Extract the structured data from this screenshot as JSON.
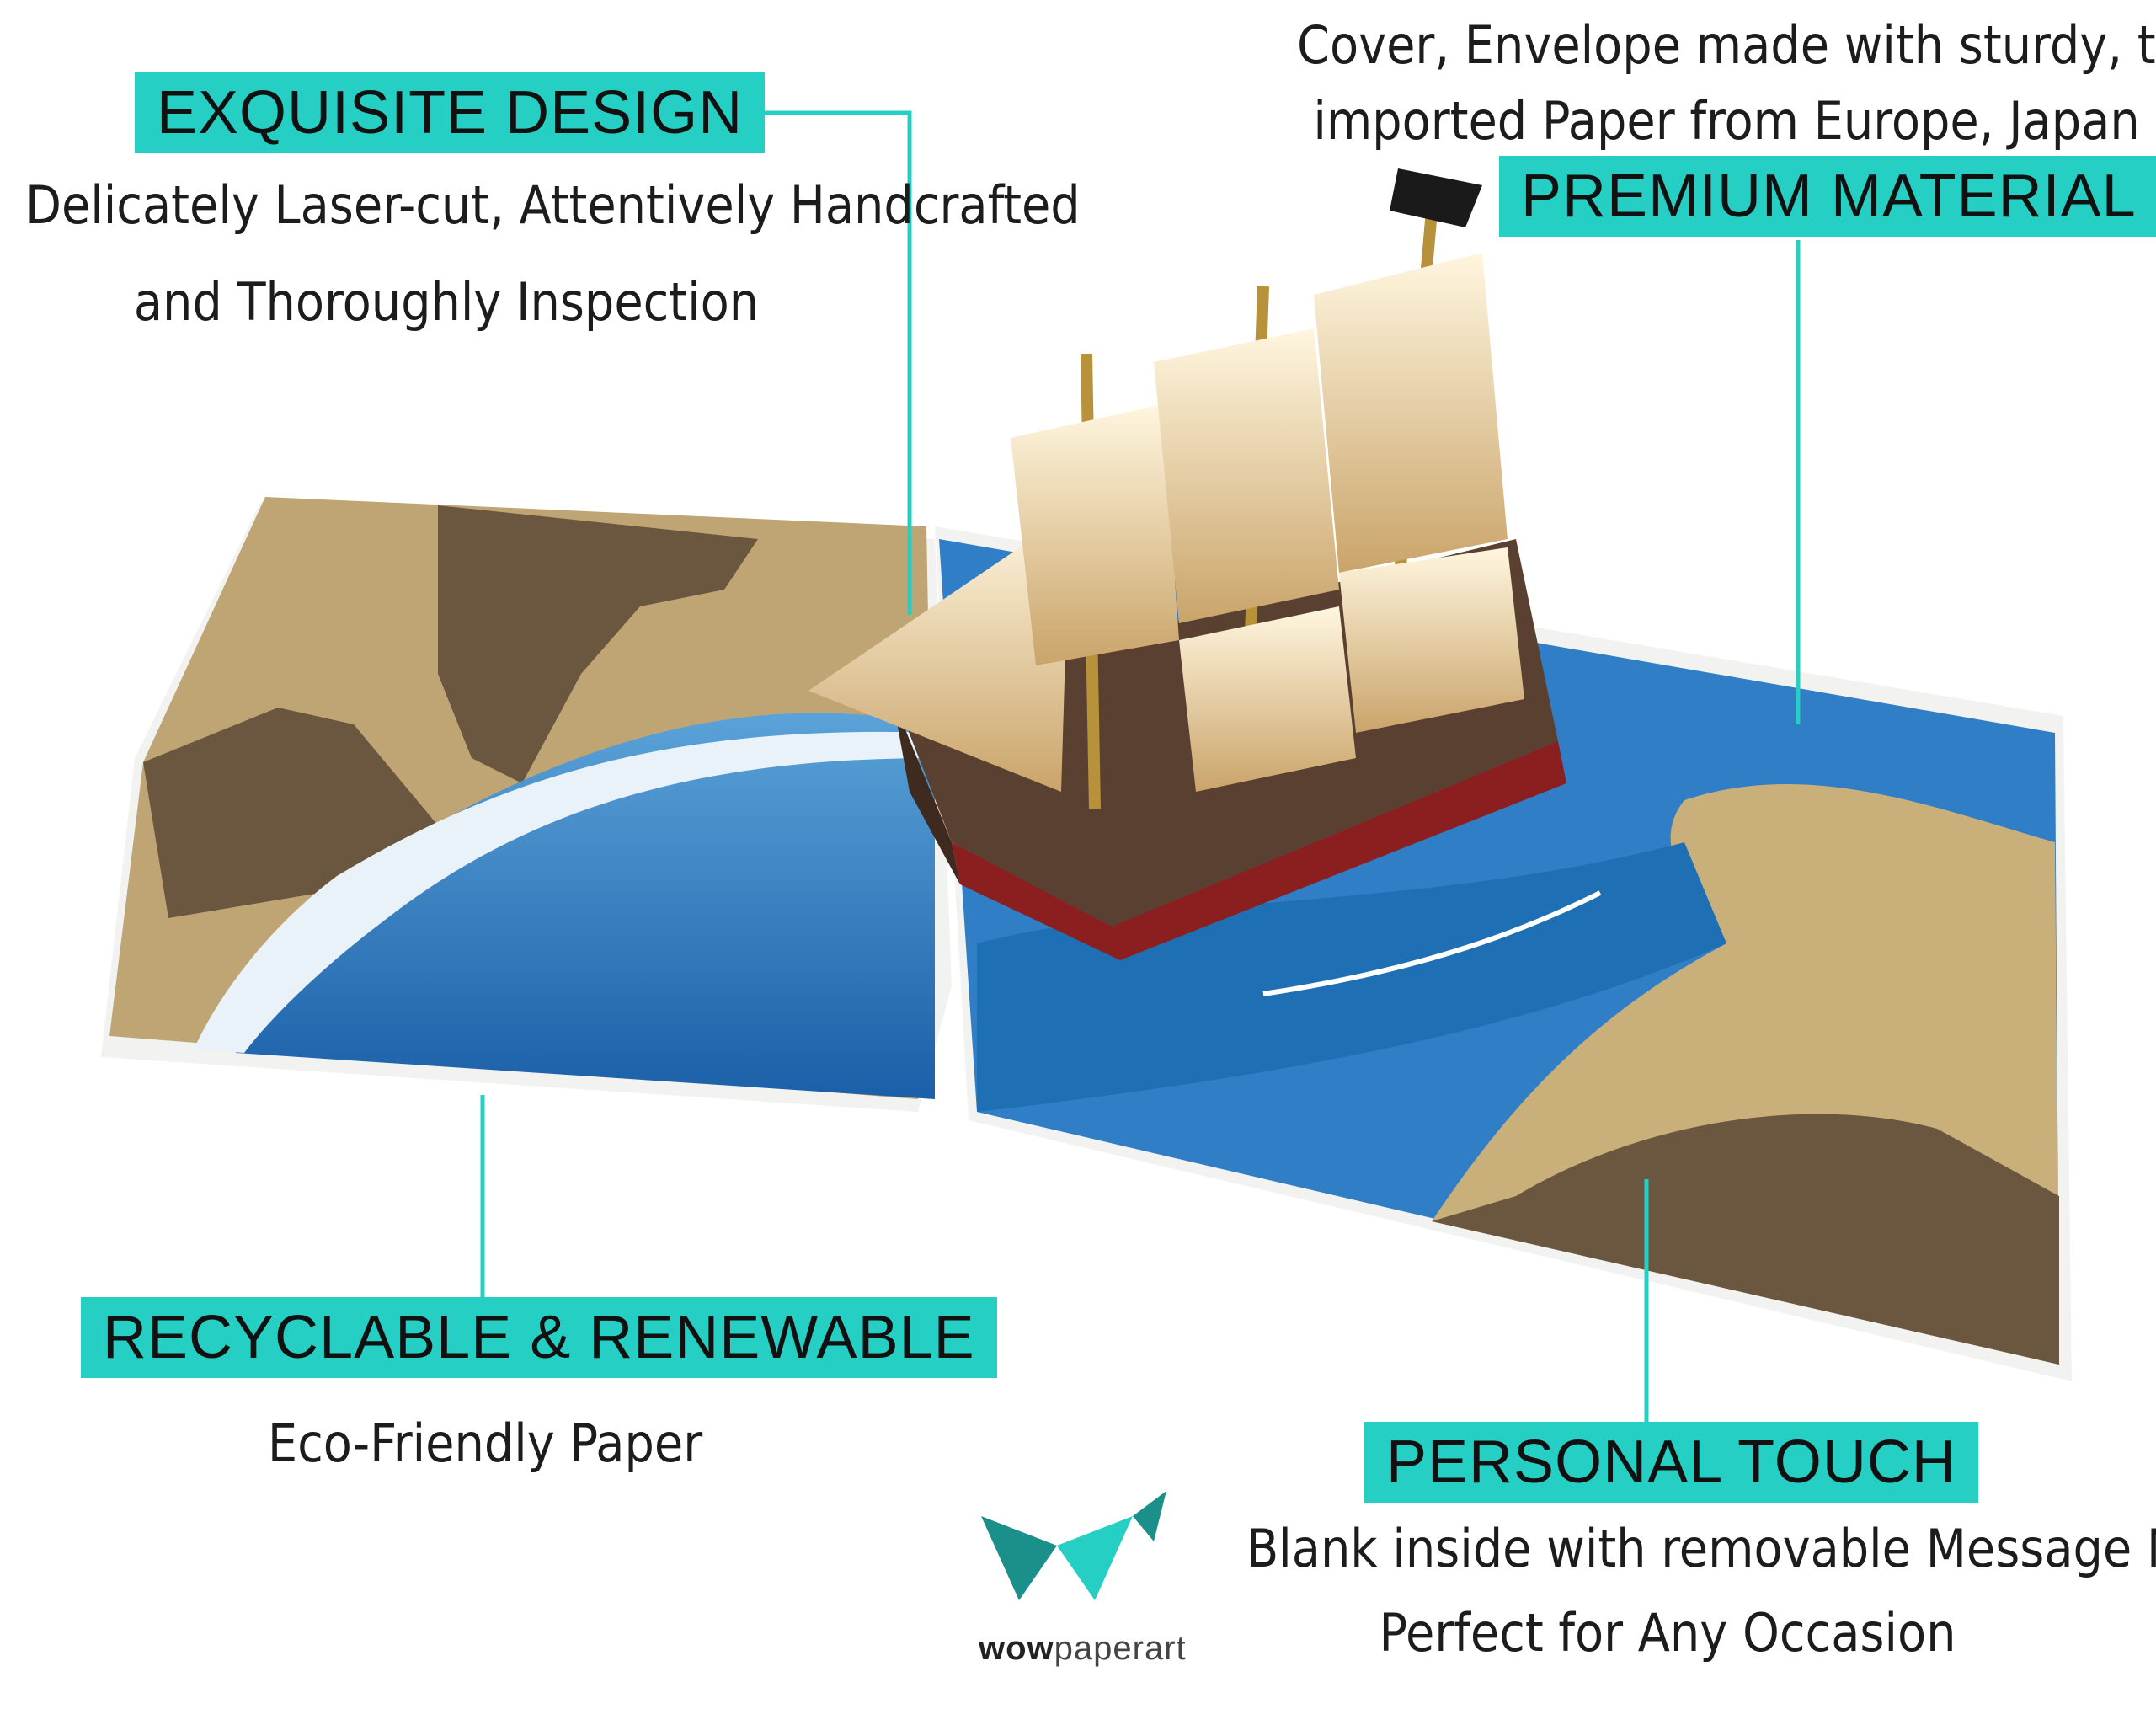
{
  "features": {
    "exquisite": {
      "title": "EXQUISITE DESIGN",
      "line1": "Delicately Laser-cut, Attentively Handcrafted",
      "line2": "and Thoroughly Inspection"
    },
    "premium": {
      "line1": "Cover, Envelope made with sturdy, thick",
      "line2": "imported Paper from Europe, Japan",
      "title": "PREMIUM MATERIAL"
    },
    "recyclable": {
      "title": "RECYCLABLE & RENEWABLE",
      "line1": "Eco-Friendly Paper"
    },
    "personal": {
      "title": "PERSONAL TOUCH",
      "line1": "Blank inside with removable Message Note",
      "line2": "Perfect for Any Occasion"
    }
  },
  "logo": {
    "brand_bold": "wow",
    "brand_rest": "paperart"
  },
  "colors": {
    "accent": "#25cfc3",
    "sea": "#1f6fb5",
    "sand": "#c9b07a",
    "rock": "#6b5640",
    "hull": "#5a4030",
    "sail": "#f3e6c6"
  }
}
